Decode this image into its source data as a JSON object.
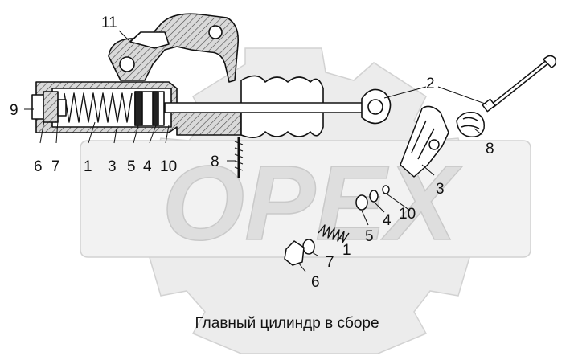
{
  "caption": "Главный цилиндр в сборе",
  "watermark": "OPEX",
  "colors": {
    "watermark_fill": "#e7e7e7",
    "watermark_outline": "#cfcfcf",
    "part_fill": "#ffffff",
    "section_fill": "#c8c8c8",
    "line": "#111111"
  },
  "callouts": {
    "assembly": {
      "p11": "11",
      "p9": "9",
      "p6": "6",
      "p7": "7",
      "p1": "1",
      "p3": "3",
      "p5": "5",
      "p4": "4",
      "p10": "10",
      "p8": "8",
      "p2": "2"
    },
    "exploded": {
      "p2": "2",
      "p8": "8",
      "p3": "3",
      "p5": "5",
      "p4": "4",
      "p10": "10",
      "p1": "1",
      "p7": "7",
      "p6": "6"
    }
  }
}
